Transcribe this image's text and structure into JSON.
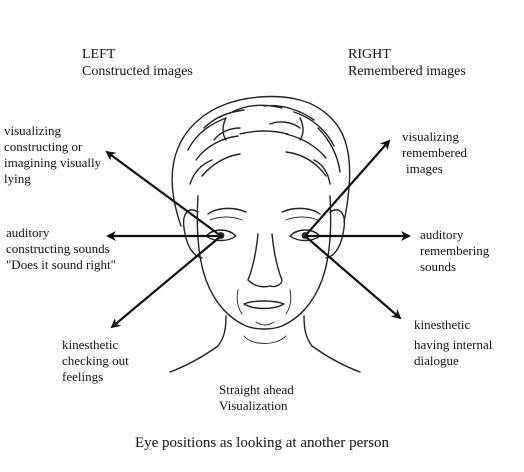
{
  "header": {
    "left": {
      "side": "LEFT",
      "subtitle": "Constructed images"
    },
    "right": {
      "side": "RIGHT",
      "subtitle": "Remembered images"
    }
  },
  "labels": {
    "upper_left": [
      "visualizing",
      "constructing or",
      "imagining visually",
      "lying"
    ],
    "middle_left": [
      "auditory",
      "constructing sounds",
      "\"Does it sound right\""
    ],
    "lower_left": [
      "kinesthetic",
      "checking out",
      "feelings"
    ],
    "upper_right": [
      "visualizing",
      "remembered",
      "images"
    ],
    "middle_right": [
      "auditory",
      "remembering",
      "sounds"
    ],
    "lower_right": [
      "kinesthetic",
      "having internal",
      "dialogue"
    ],
    "bottom_center": [
      "Straight ahead",
      "Visualization"
    ]
  },
  "caption": "Eye positions as looking at another person"
}
